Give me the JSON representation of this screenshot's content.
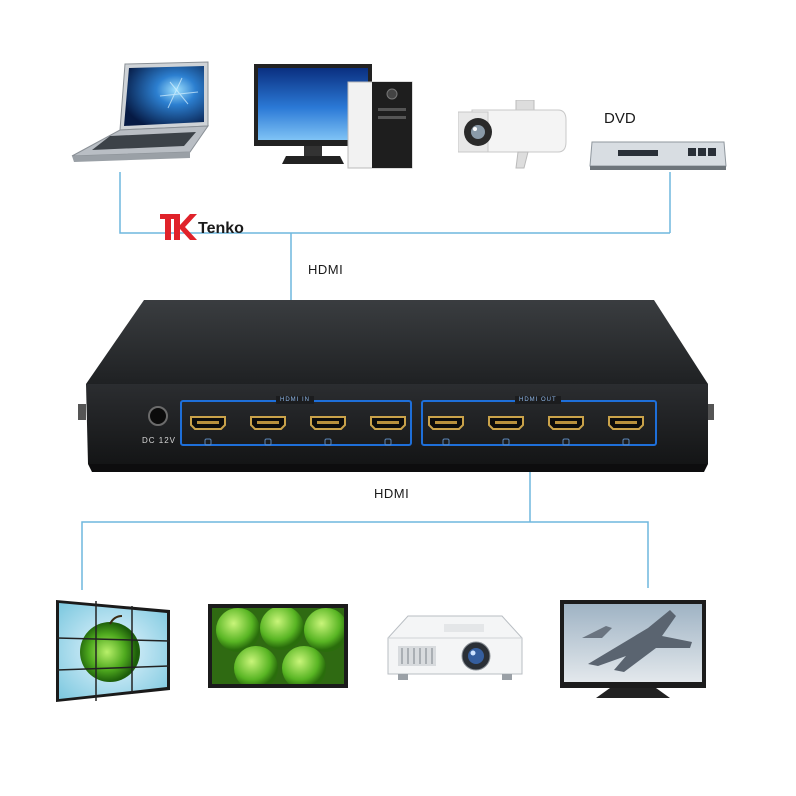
{
  "brand": {
    "name": "Tenko",
    "logo_color": "#e0222a"
  },
  "labels": {
    "dvd": "DVD",
    "hdmi_input": "HDMI",
    "hdmi_output": "HDMI"
  },
  "device": {
    "power_label": "DC 12V",
    "input_group_label": "HDMI IN",
    "output_group_label": "HDMI OUT",
    "input_port_count": 4,
    "output_port_count": 4,
    "highlight_color": "#1e6fd9"
  },
  "sources": [
    {
      "icon": "laptop-icon"
    },
    {
      "icon": "desktop-computer-icon"
    },
    {
      "icon": "security-camera-icon"
    },
    {
      "icon": "dvd-player-icon"
    }
  ],
  "displays": [
    {
      "icon": "video-wall-icon"
    },
    {
      "icon": "monitor-icon"
    },
    {
      "icon": "projector-icon"
    },
    {
      "icon": "tv-icon"
    }
  ],
  "line_color": "#6fb7dd"
}
